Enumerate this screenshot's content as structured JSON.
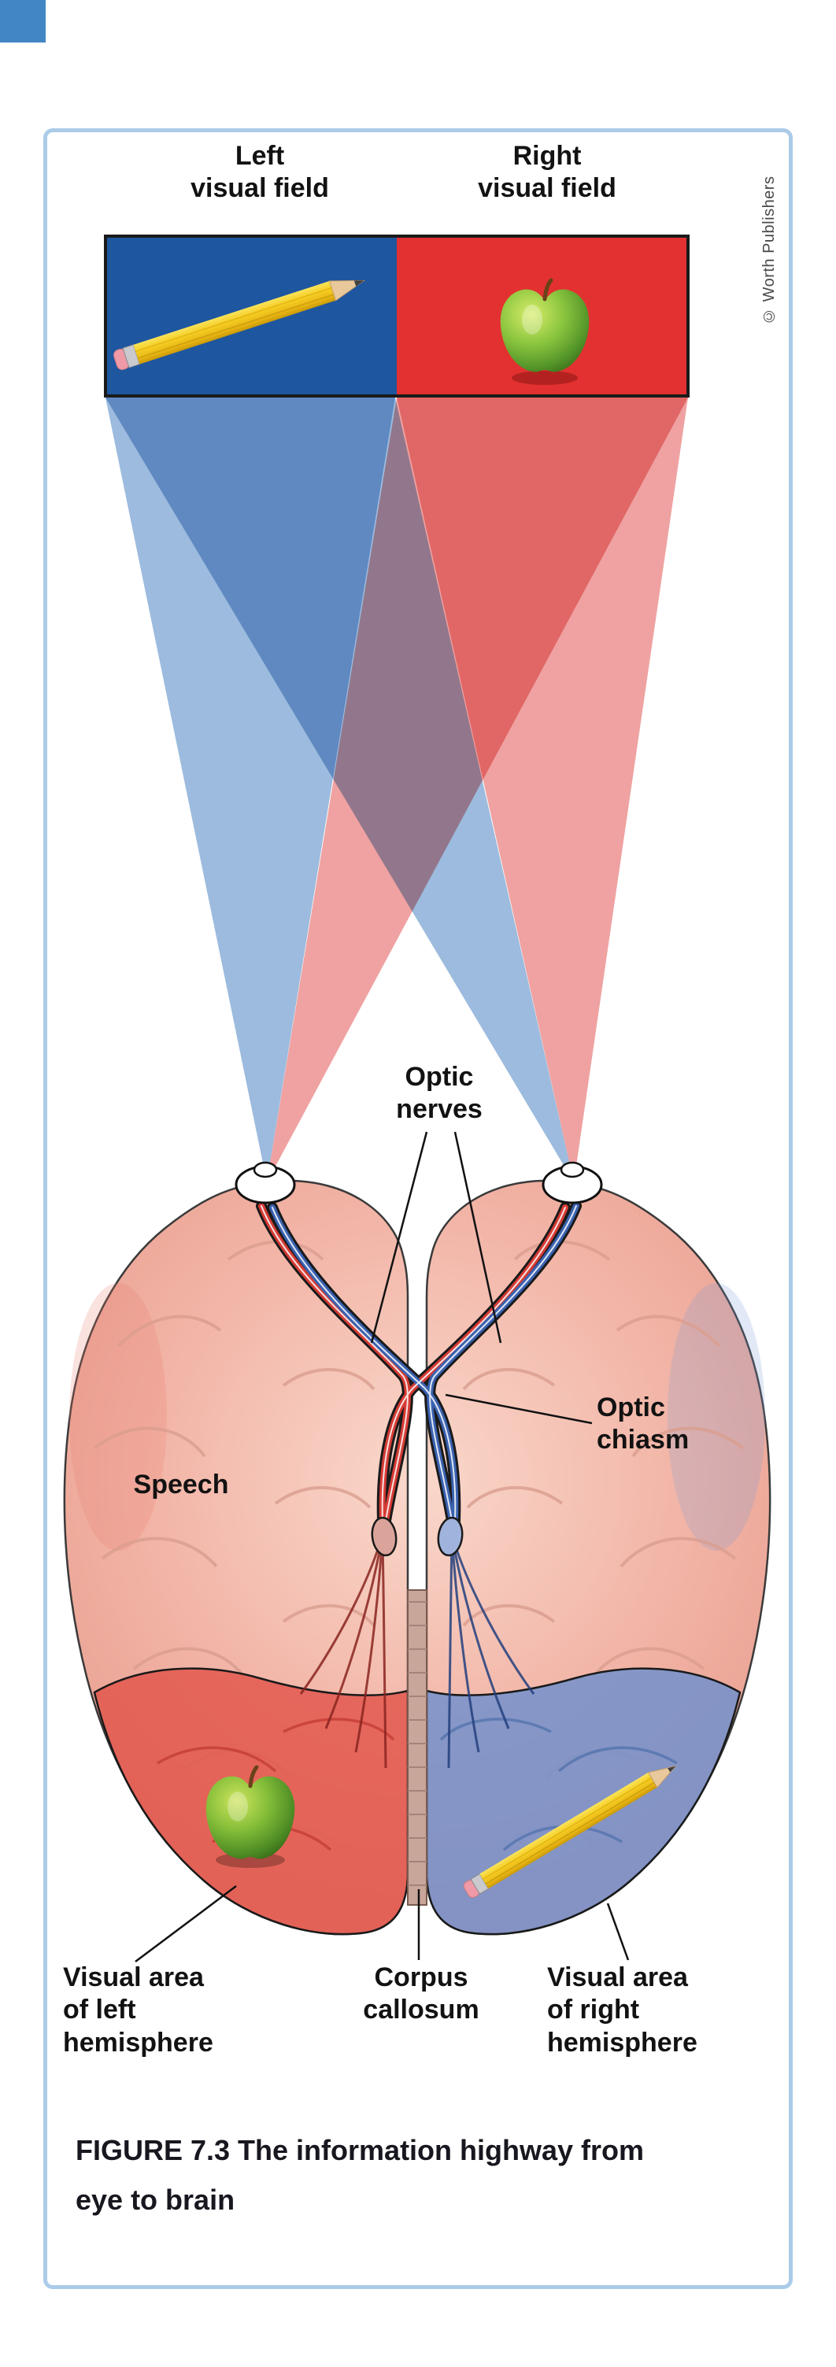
{
  "figure": {
    "caption_lines": [
      "FIGURE 7.3 The information highway from",
      "eye to brain"
    ],
    "credit": "© Worth Publishers"
  },
  "visual_fields": {
    "left": {
      "label": [
        "Left",
        "visual field"
      ],
      "object": "pencil",
      "color": "#1e56a0"
    },
    "right": {
      "label": [
        "Right",
        "visual field"
      ],
      "object": "apple",
      "color": "#e23130"
    }
  },
  "labels": {
    "optic_nerves": [
      "Optic",
      "nerves"
    ],
    "optic_chiasm": [
      "Optic",
      "chiasm"
    ],
    "speech": "Speech",
    "visual_area_left": [
      "Visual area",
      "of left",
      "hemisphere"
    ],
    "corpus_callosum": [
      "Corpus",
      "callosum"
    ],
    "visual_area_right": [
      "Visual area",
      "of right",
      "hemisphere"
    ]
  },
  "colors": {
    "card_border": "#abcbe9",
    "corner_tab": "#4286c6",
    "cone_blue": "#4b83c3",
    "cone_red": "#e14d4a",
    "brain_pink": "#f2b5a7",
    "left_visual_area_red": "#e2544a",
    "right_visual_area_blue": "#7291cc"
  }
}
